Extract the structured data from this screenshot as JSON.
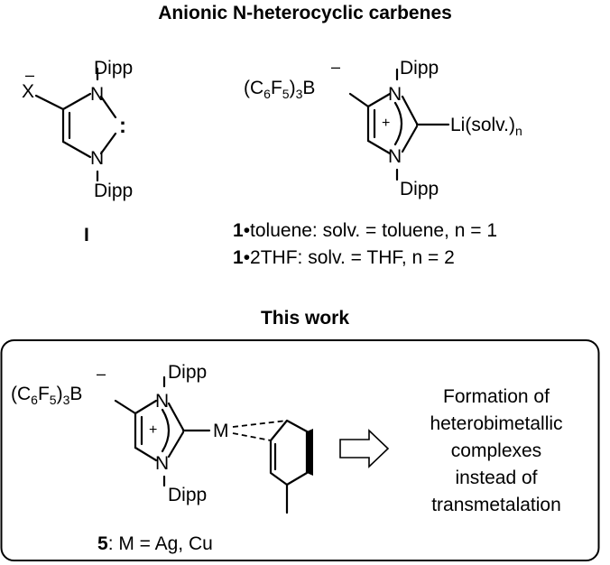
{
  "title": "Anionic N-heterocyclic carbenes",
  "structure_I": {
    "substituent": "X",
    "charge": "–",
    "n_top": "N",
    "n_bottom": "N",
    "dipp_top": "Dipp",
    "dipp_bottom": "Dipp",
    "carbene_mark": ":",
    "label": "I"
  },
  "structure_1": {
    "borate_group": "(C6F5)3B",
    "borate_charge": "–",
    "n_top": "N",
    "n_bottom": "N",
    "ring_charge": "+",
    "dipp_top": "Dipp",
    "dipp_bottom": "Dipp",
    "metal_group": "Li(solv.)n",
    "variants": [
      {
        "compound": "1",
        "suffix": "•toluene: solv. = toluene, n = 1"
      },
      {
        "compound": "1",
        "suffix": "•2THF: solv. = THF, n = 2"
      }
    ]
  },
  "this_work": {
    "heading": "This work",
    "borate_group": "(C6F5)3B",
    "borate_charge": "–",
    "n_top": "N",
    "n_bottom": "N",
    "ring_charge": "+",
    "dipp_top": "Dipp",
    "dipp_bottom": "Dipp",
    "metal": "M",
    "compound_label": "5",
    "compound_desc": ": M = Ag, Cu",
    "arrow": "open-right-arrow-icon",
    "result_lines": [
      "Formation of",
      "heterobimetallic",
      "complexes",
      "instead of",
      "transmetalation"
    ]
  }
}
